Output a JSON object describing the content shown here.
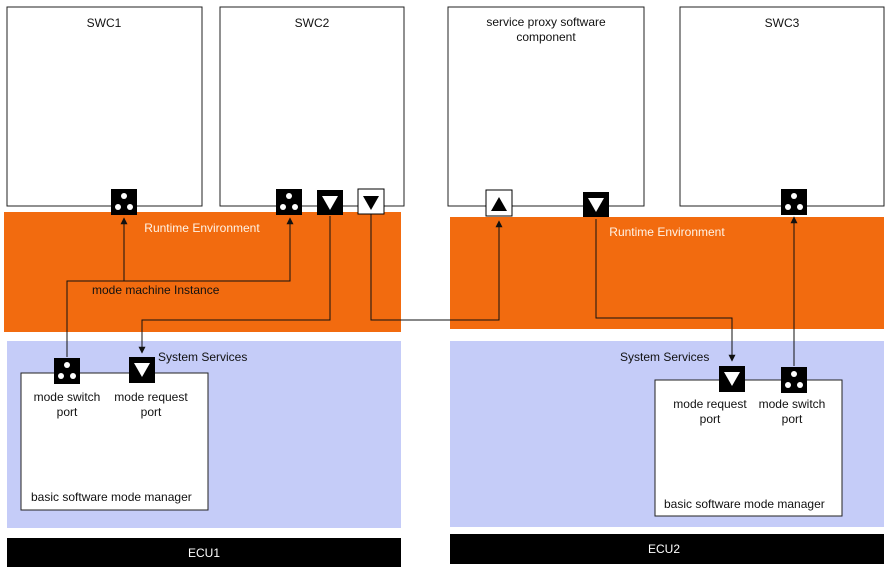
{
  "colors": {
    "rte": "#f26b0f",
    "system_services": "#c5ccf8",
    "ecu_bar": "#000000",
    "component_border": "#222222"
  },
  "components": {
    "swc1": "SWC1",
    "swc2": "SWC2",
    "proxy_line1": "service proxy software",
    "proxy_line2": "component",
    "swc3": "SWC3"
  },
  "ecu1": {
    "rte_label": "Runtime Environment",
    "mode_machine_label": "mode machine Instance",
    "system_services_label": "System Services",
    "bsw": {
      "switch_port_line1": "mode switch",
      "switch_port_line2": "port",
      "request_port_line1": "mode request",
      "request_port_line2": "port",
      "title": "basic software mode manager"
    },
    "ecu_label": "ECU1"
  },
  "ecu2": {
    "rte_label": "Runtime Environment",
    "system_services_label": "System Services",
    "bsw": {
      "request_port_line1": "mode request",
      "request_port_line2": "port",
      "switch_port_line1": "mode switch",
      "switch_port_line2": "port",
      "title": "basic software mode manager"
    },
    "ecu_label": "ECU2"
  },
  "port_icons": [
    "mode-switch-port-icon",
    "mode-request-port-icon",
    "provided-port-icon"
  ]
}
